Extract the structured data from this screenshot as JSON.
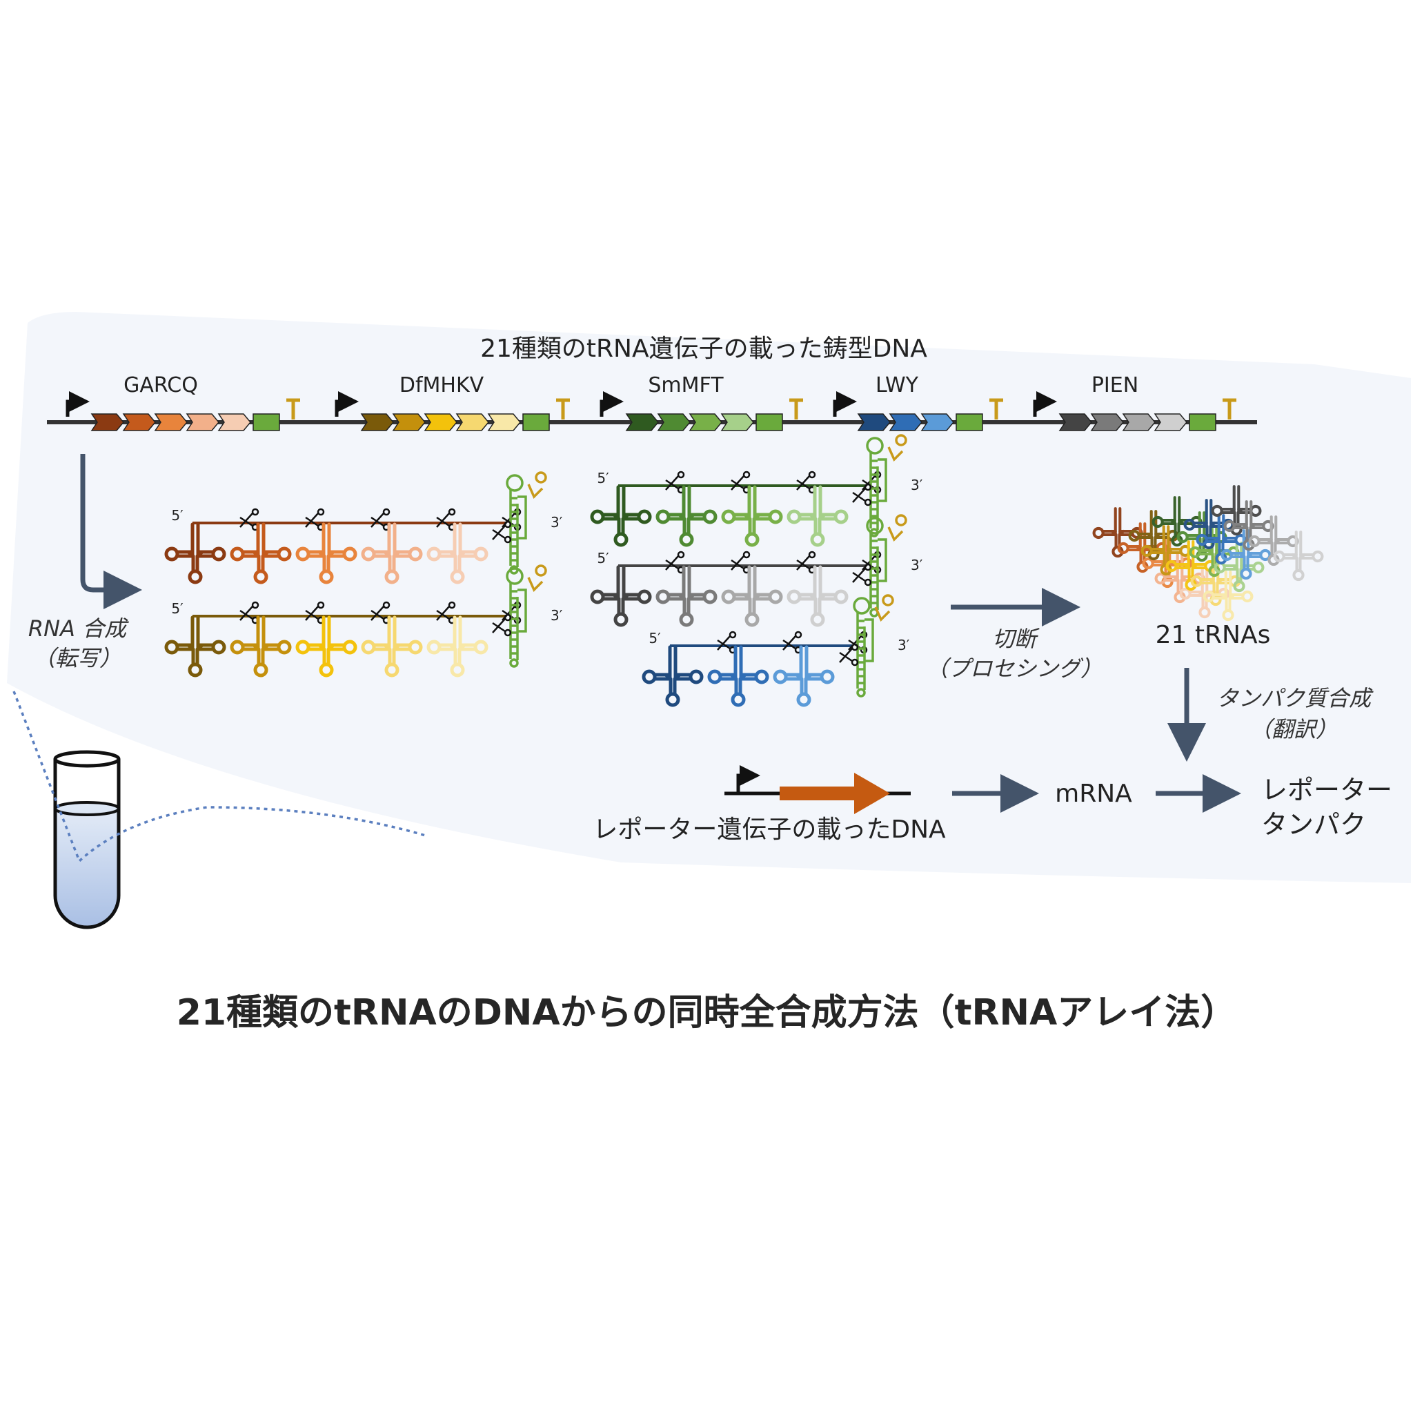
{
  "title": "21種類のtRNA遺伝子の載った鋳型DNA",
  "operons": [
    {
      "name": "GARCQ",
      "colors": [
        "#8b3a12",
        "#c45a1c",
        "#e8843c",
        "#f2b08a",
        "#f6cdb3"
      ]
    },
    {
      "name": "DfMHKV",
      "colors": [
        "#7a5a0a",
        "#c4900c",
        "#f3c20c",
        "#f6d870",
        "#f8e8a8"
      ]
    },
    {
      "name": "SmMFT",
      "colors": [
        "#2f5a20",
        "#4f8a32",
        "#78b048",
        "#a6d08a"
      ]
    },
    {
      "name": "LWY",
      "colors": [
        "#1f4a7e",
        "#2f6db5",
        "#5b9bd8"
      ]
    },
    {
      "name": "PIEN",
      "colors": [
        "#444444",
        "#7a7a7a",
        "#a8a8a8",
        "#cfcfcf"
      ]
    }
  ],
  "glmS_color": "#6aaa3c",
  "terminator_color": "#c89a1a",
  "arrow_color": "#44546a",
  "labels": {
    "five_prime": "5′",
    "three_prime": "3′",
    "transcription_line1": "RNA 合成",
    "transcription_line2": "（転写）",
    "processing_line1": "切断",
    "processing_line2": "（プロセシング）",
    "trna_count": "21 tRNAs",
    "translation_line1": "タンパク質合成",
    "translation_line2": "（翻訳）",
    "reporter_dna": "レポーター遺伝子の載ったDNA",
    "mrna": "mRNA",
    "reporter_protein_line1": "レポーター",
    "reporter_protein_line2": "タンパク"
  },
  "reporter_color": "#c55a11",
  "caption": "21種類のtRNAのDNAからの同時全合成方法（tRNAアレイ法）"
}
